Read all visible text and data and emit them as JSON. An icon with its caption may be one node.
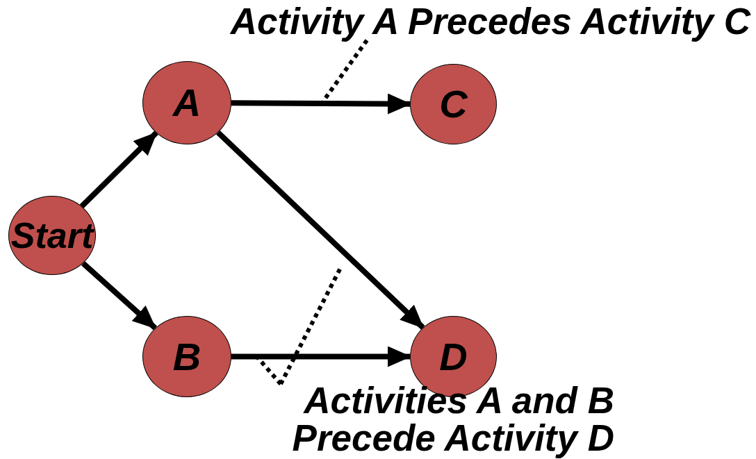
{
  "diagram": {
    "nodes": [
      {
        "text": [
          "Start"
        ]
      },
      {
        "text": [
          "A"
        ]
      },
      {
        "text": [
          "C"
        ]
      },
      {
        "text": [
          "B"
        ]
      },
      {
        "text": [
          "D"
        ]
      },
      {
        "text": [
          "Activity A Precedes Activity C"
        ]
      },
      {
        "text": [
          "Activities A and B Precede Activity D"
        ]
      }
    ],
    "edges": [
      {
        "from": 0,
        "to": 1,
        "arrow": "to"
      },
      {
        "from": 0,
        "to": 3,
        "arrow": "to"
      },
      {
        "from": 1,
        "to": 2,
        "arrow": "to"
      },
      {
        "from": 1,
        "to": 4,
        "arrow": "to"
      },
      {
        "from": 3,
        "to": 4,
        "arrow": "to"
      },
      {
        "from": 5,
        "to": null,
        "arrow": "none",
        "style": "dashed"
      },
      {
        "from": 6,
        "to": null,
        "arrow": "none",
        "style": "dashed"
      },
      {
        "from": 6,
        "to": null,
        "arrow": "none",
        "style": "dashed"
      }
    ]
  }
}
